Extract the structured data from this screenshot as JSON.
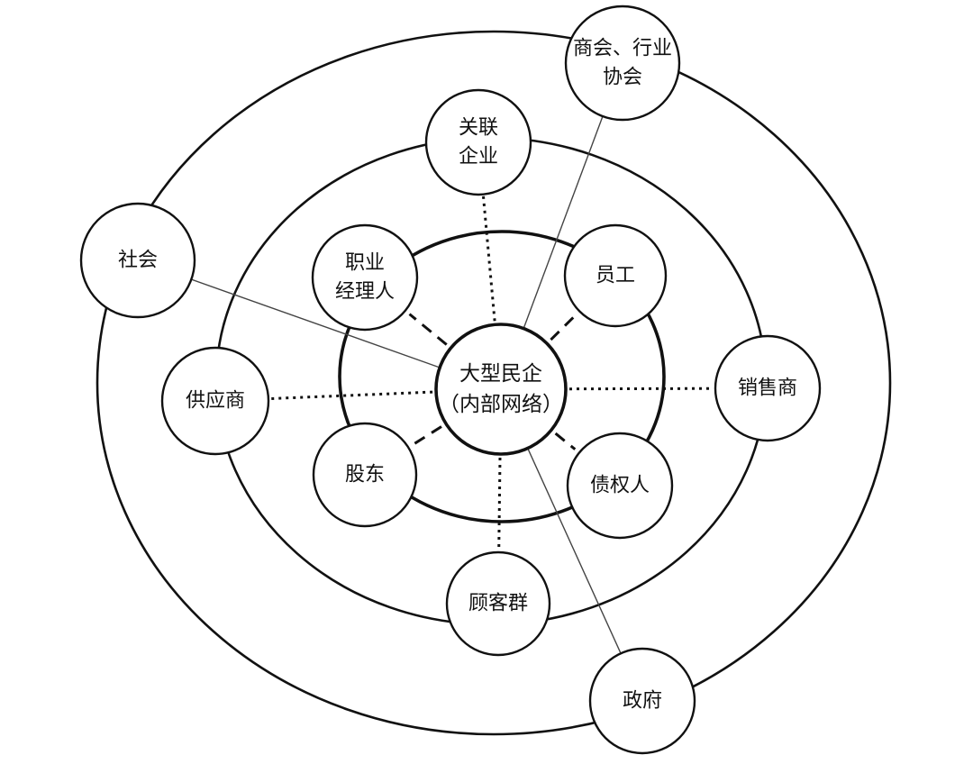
{
  "diagram": {
    "center": {
      "id": "core",
      "lines": [
        "大型民企",
        "（内部网络）"
      ]
    },
    "inner_ring": [
      {
        "id": "manager",
        "lines": [
          "职业",
          "经理人"
        ]
      },
      {
        "id": "employee",
        "lines": [
          "员工"
        ]
      },
      {
        "id": "shareholder",
        "lines": [
          "股东"
        ]
      },
      {
        "id": "creditor",
        "lines": [
          "债权人"
        ]
      }
    ],
    "middle_ring": [
      {
        "id": "affiliate",
        "lines": [
          "关联",
          "企业"
        ]
      },
      {
        "id": "supplier",
        "lines": [
          "供应商"
        ]
      },
      {
        "id": "distributor",
        "lines": [
          "销售商"
        ]
      },
      {
        "id": "customer",
        "lines": [
          "顾客群"
        ]
      }
    ],
    "outer_ring": [
      {
        "id": "chamber",
        "lines": [
          "商会、行业",
          "协会"
        ]
      },
      {
        "id": "society",
        "lines": [
          "社会"
        ]
      },
      {
        "id": "government",
        "lines": [
          "政府"
        ]
      }
    ],
    "connections": [
      {
        "from": "core",
        "to": "manager",
        "style": "dashed"
      },
      {
        "from": "core",
        "to": "employee",
        "style": "dashed"
      },
      {
        "from": "core",
        "to": "shareholder",
        "style": "dashed"
      },
      {
        "from": "core",
        "to": "creditor",
        "style": "dashed"
      },
      {
        "from": "core",
        "to": "affiliate",
        "style": "dotted"
      },
      {
        "from": "core",
        "to": "supplier",
        "style": "dotted"
      },
      {
        "from": "core",
        "to": "distributor",
        "style": "dotted"
      },
      {
        "from": "core",
        "to": "customer",
        "style": "dotted"
      },
      {
        "from": "core",
        "to": "chamber",
        "style": "solid"
      },
      {
        "from": "core",
        "to": "society",
        "style": "solid"
      },
      {
        "from": "core",
        "to": "government",
        "style": "solid"
      }
    ]
  }
}
